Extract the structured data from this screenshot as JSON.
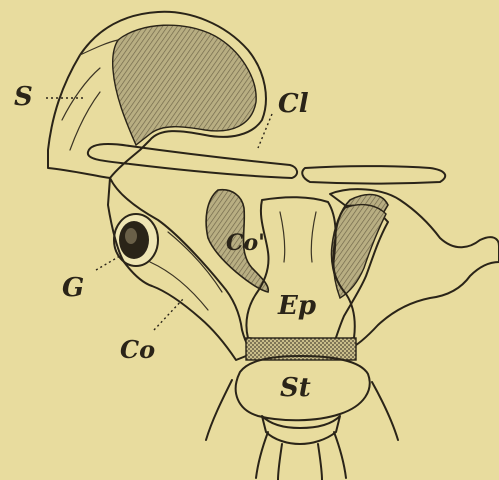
{
  "figure": {
    "labels": {
      "S": "S",
      "Cl": "Cl",
      "Co_prime": "Co'",
      "G": "G",
      "Co": "Co",
      "Ep": "Ep",
      "St": "St"
    }
  }
}
